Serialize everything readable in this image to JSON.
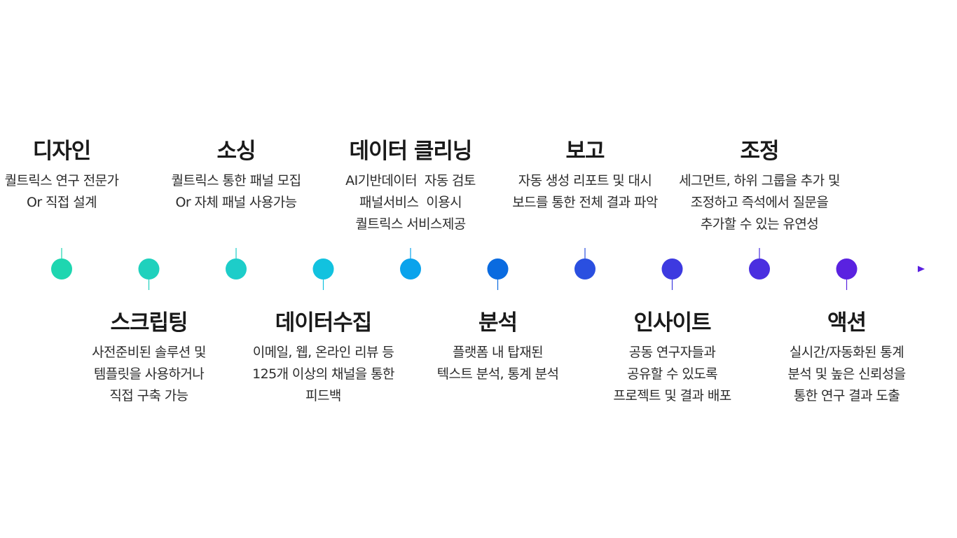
{
  "colors": {
    "line_start": "#1fd6a8",
    "line_end": "#5a1fe0",
    "arrow": "#5a1fe0"
  },
  "steps": [
    {
      "title": "디자인",
      "lines": [
        "퀄트릭스 연구 전문가",
        "Or 직접 설계"
      ],
      "position": "top",
      "color": "#1ed6b0"
    },
    {
      "title": "스크립팅",
      "lines": [
        "사전준비된 솔루션 및",
        "템플릿을 사용하거나",
        "직접 구축 가능"
      ],
      "position": "bottom",
      "color": "#1fd1bd"
    },
    {
      "title": "소싱",
      "lines": [
        "퀄트릭스 통한 패널 모집",
        "Or 자체 패널 사용가능"
      ],
      "position": "top",
      "color": "#1dcdc9"
    },
    {
      "title": "데이터수집",
      "lines": [
        "이메일, 웹, 온라인 리뷰 등",
        "125개 이상의 채널을 통한",
        "피드백"
      ],
      "position": "bottom",
      "color": "#12c2df"
    },
    {
      "title": "데이터 클리닝",
      "lines": [
        "AI기반데이터  자동 검토",
        "패널서비스  이용시",
        "퀄트릭스 서비스제공"
      ],
      "position": "top",
      "color": "#0aa3ec"
    },
    {
      "title": "분석",
      "lines": [
        "플랫폼 내 탑재된",
        "텍스트 분석, 통계 분석"
      ],
      "position": "bottom",
      "color": "#0a6be0"
    },
    {
      "title": "보고",
      "lines": [
        "자동 생성 리포트 및 대시",
        "보드를 통한 전체 결과 파악"
      ],
      "position": "top",
      "color": "#2a4fe0"
    },
    {
      "title": "인사이트",
      "lines": [
        "공동 연구자들과",
        "공유할 수 있도록",
        "프로젝트 및 결과 배포"
      ],
      "position": "bottom",
      "color": "#3d3ae0"
    },
    {
      "title": "조정",
      "lines": [
        "세그먼트, 하위 그룹을 추가 및",
        "조정하고 즉석에서 질문을",
        "추가할 수 있는 유연성"
      ],
      "position": "top",
      "color": "#4a2fe0"
    },
    {
      "title": "액션",
      "lines": [
        "실시간/자동화된 통계",
        "분석 및 높은 신뢰성을",
        "통한 연구 결과 도출"
      ],
      "position": "bottom",
      "color": "#5a22e0"
    }
  ]
}
